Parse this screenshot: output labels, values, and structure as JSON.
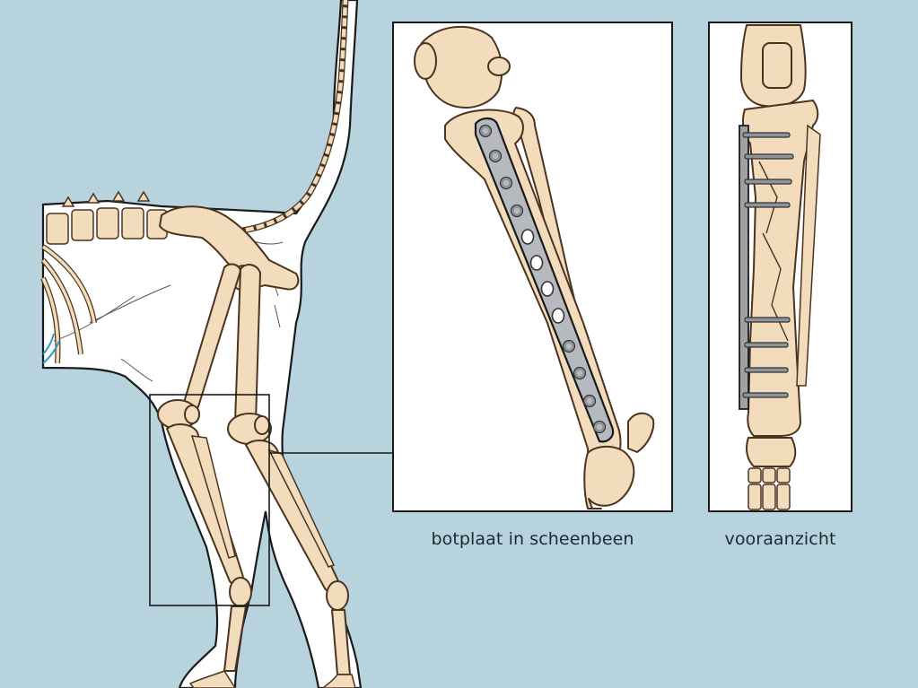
{
  "labels": {
    "bone_plate_caption": "botplaat in scheenbeen",
    "front_view_caption": "vooraanzicht"
  },
  "colors": {
    "background": "#b7d3de",
    "bone": "#f2dcbc",
    "outline": "#4a3420",
    "plate": "#b6b9bd",
    "screw": "#8f9499",
    "body_fill": "#ffffff",
    "frame_stroke": "#222222",
    "rib_accent": "#2f9bbf"
  },
  "diagram": {
    "panels": [
      "overview-skeleton",
      "detail-side-view",
      "detail-front-view"
    ],
    "plate_hole_count": 12,
    "front_screw_count": 8
  }
}
